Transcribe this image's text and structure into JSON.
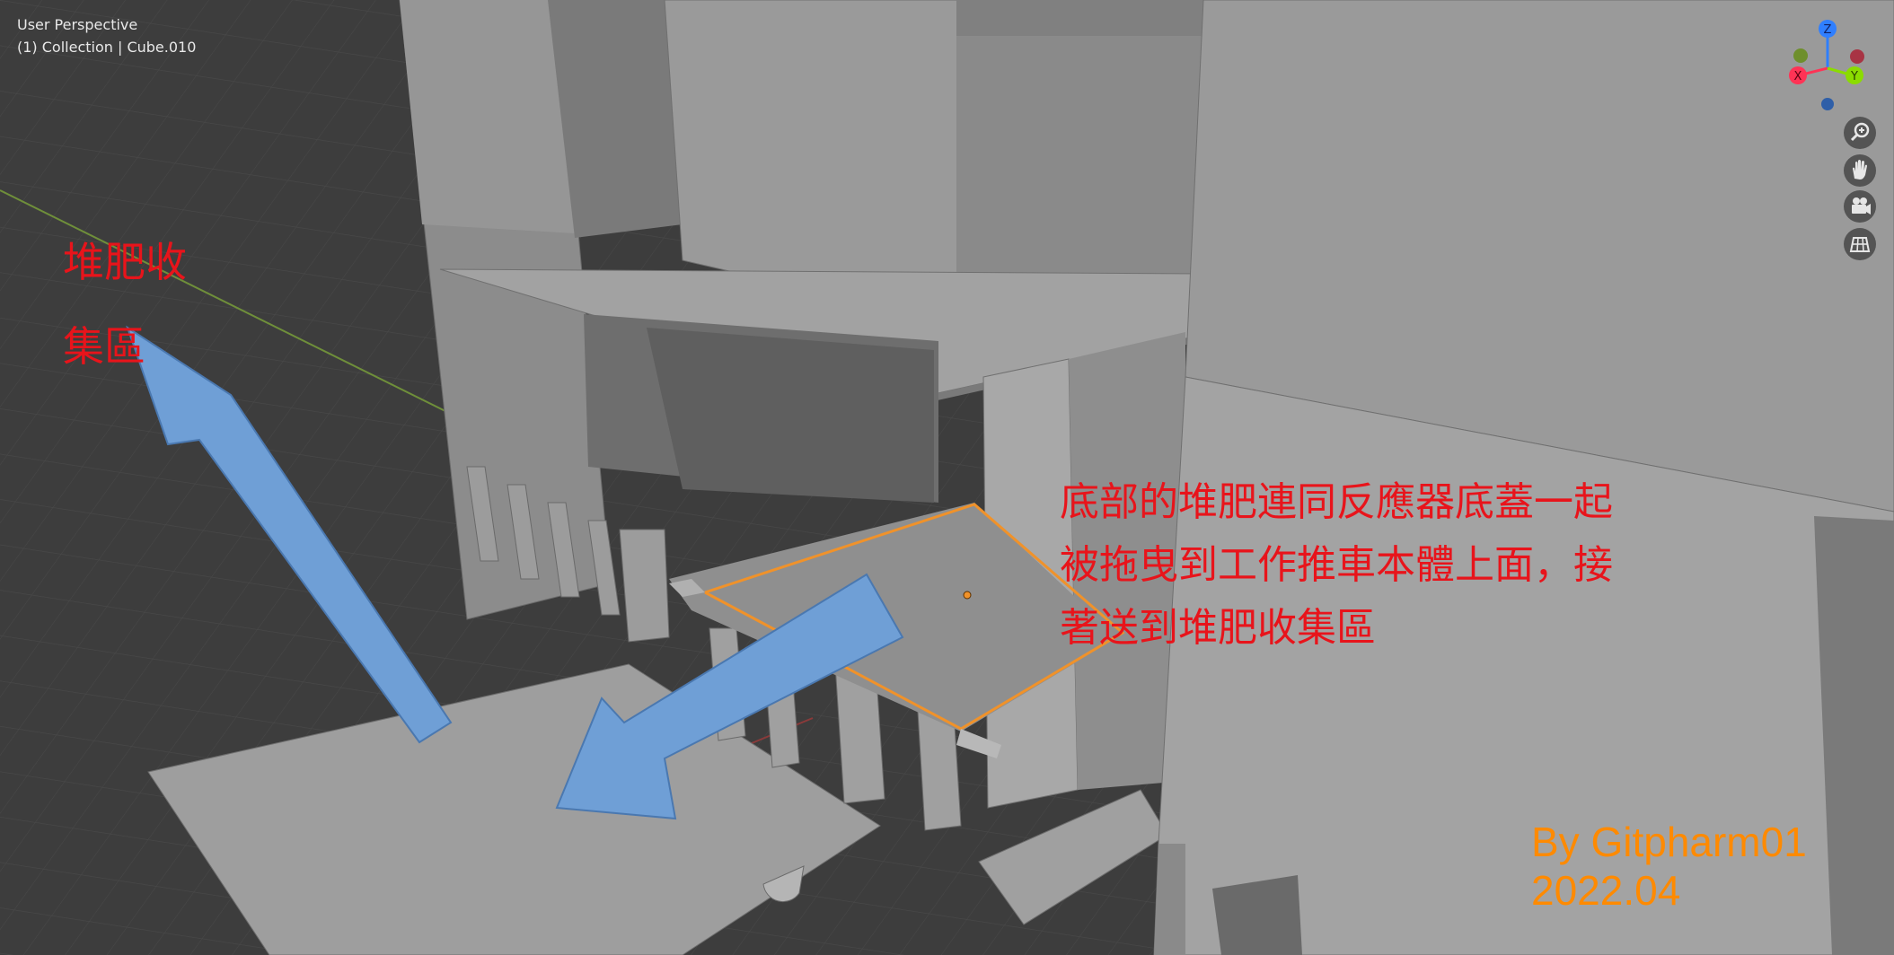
{
  "viewport": {
    "view_name": "User Perspective",
    "collection_info": "(1) Collection | Cube.010",
    "background_color": "#3d3d3d",
    "selection_outline_color": "#f0922a"
  },
  "annotations": {
    "left_label": "堆肥收\n集區",
    "right_label": "底部的堆肥連同反應器底蓋一起\n被拖曳到工作推車本體上面，接\n著送到堆肥收集區",
    "text_color": "#e8141b",
    "arrow_color": "#6f9fd6"
  },
  "credit": {
    "author": "By Gitpharm01",
    "date": "2022.04",
    "color": "#ff8a00"
  },
  "navigation_gizmo": {
    "z_label": "Z",
    "x_label": "X",
    "y_label": "Y",
    "z_color": "#2f7fff",
    "x_color": "#ff3355",
    "y_color": "#8bdc00"
  },
  "nav_buttons": [
    {
      "icon": "zoom-icon"
    },
    {
      "icon": "hand-pan-icon"
    },
    {
      "icon": "camera-icon"
    },
    {
      "icon": "grid-ortho-icon"
    }
  ]
}
